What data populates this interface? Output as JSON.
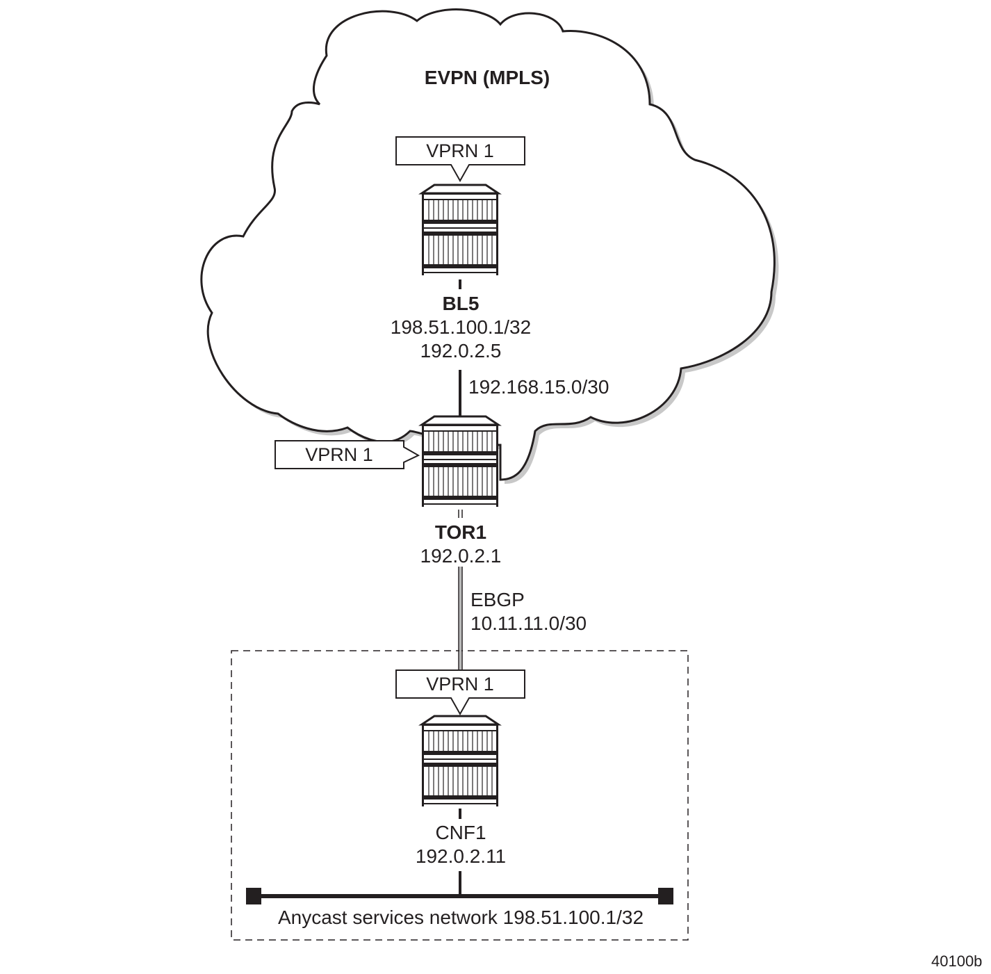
{
  "diagram": {
    "cloud_label": "EVPN (MPLS)",
    "figure_id": "40100b",
    "nodes": [
      {
        "id": "bl5",
        "name": "BL5",
        "addresses": [
          "198.51.100.1/32",
          "192.0.2.5"
        ],
        "service": "VPRN 1"
      },
      {
        "id": "tor1",
        "name": "TOR1",
        "addresses": [
          "192.0.2.1"
        ],
        "service": "VPRN 1"
      },
      {
        "id": "cnf1",
        "name": "CNF1",
        "addresses": [
          "192.0.2.11"
        ],
        "service": "VPRN 1"
      }
    ],
    "links": [
      {
        "from": "BL5",
        "to": "TOR1",
        "label": "192.168.15.0/30",
        "style": "solid"
      },
      {
        "from": "TOR1",
        "to": "CNF1",
        "protocol": "EBGP",
        "label": "10.11.11.0/30",
        "style": "double"
      }
    ],
    "network": {
      "label": "Anycast services network 198.51.100.1/32"
    },
    "colors": {
      "line": "#231f20",
      "shadow": "#bfbfbf",
      "background": "#ffffff"
    }
  }
}
